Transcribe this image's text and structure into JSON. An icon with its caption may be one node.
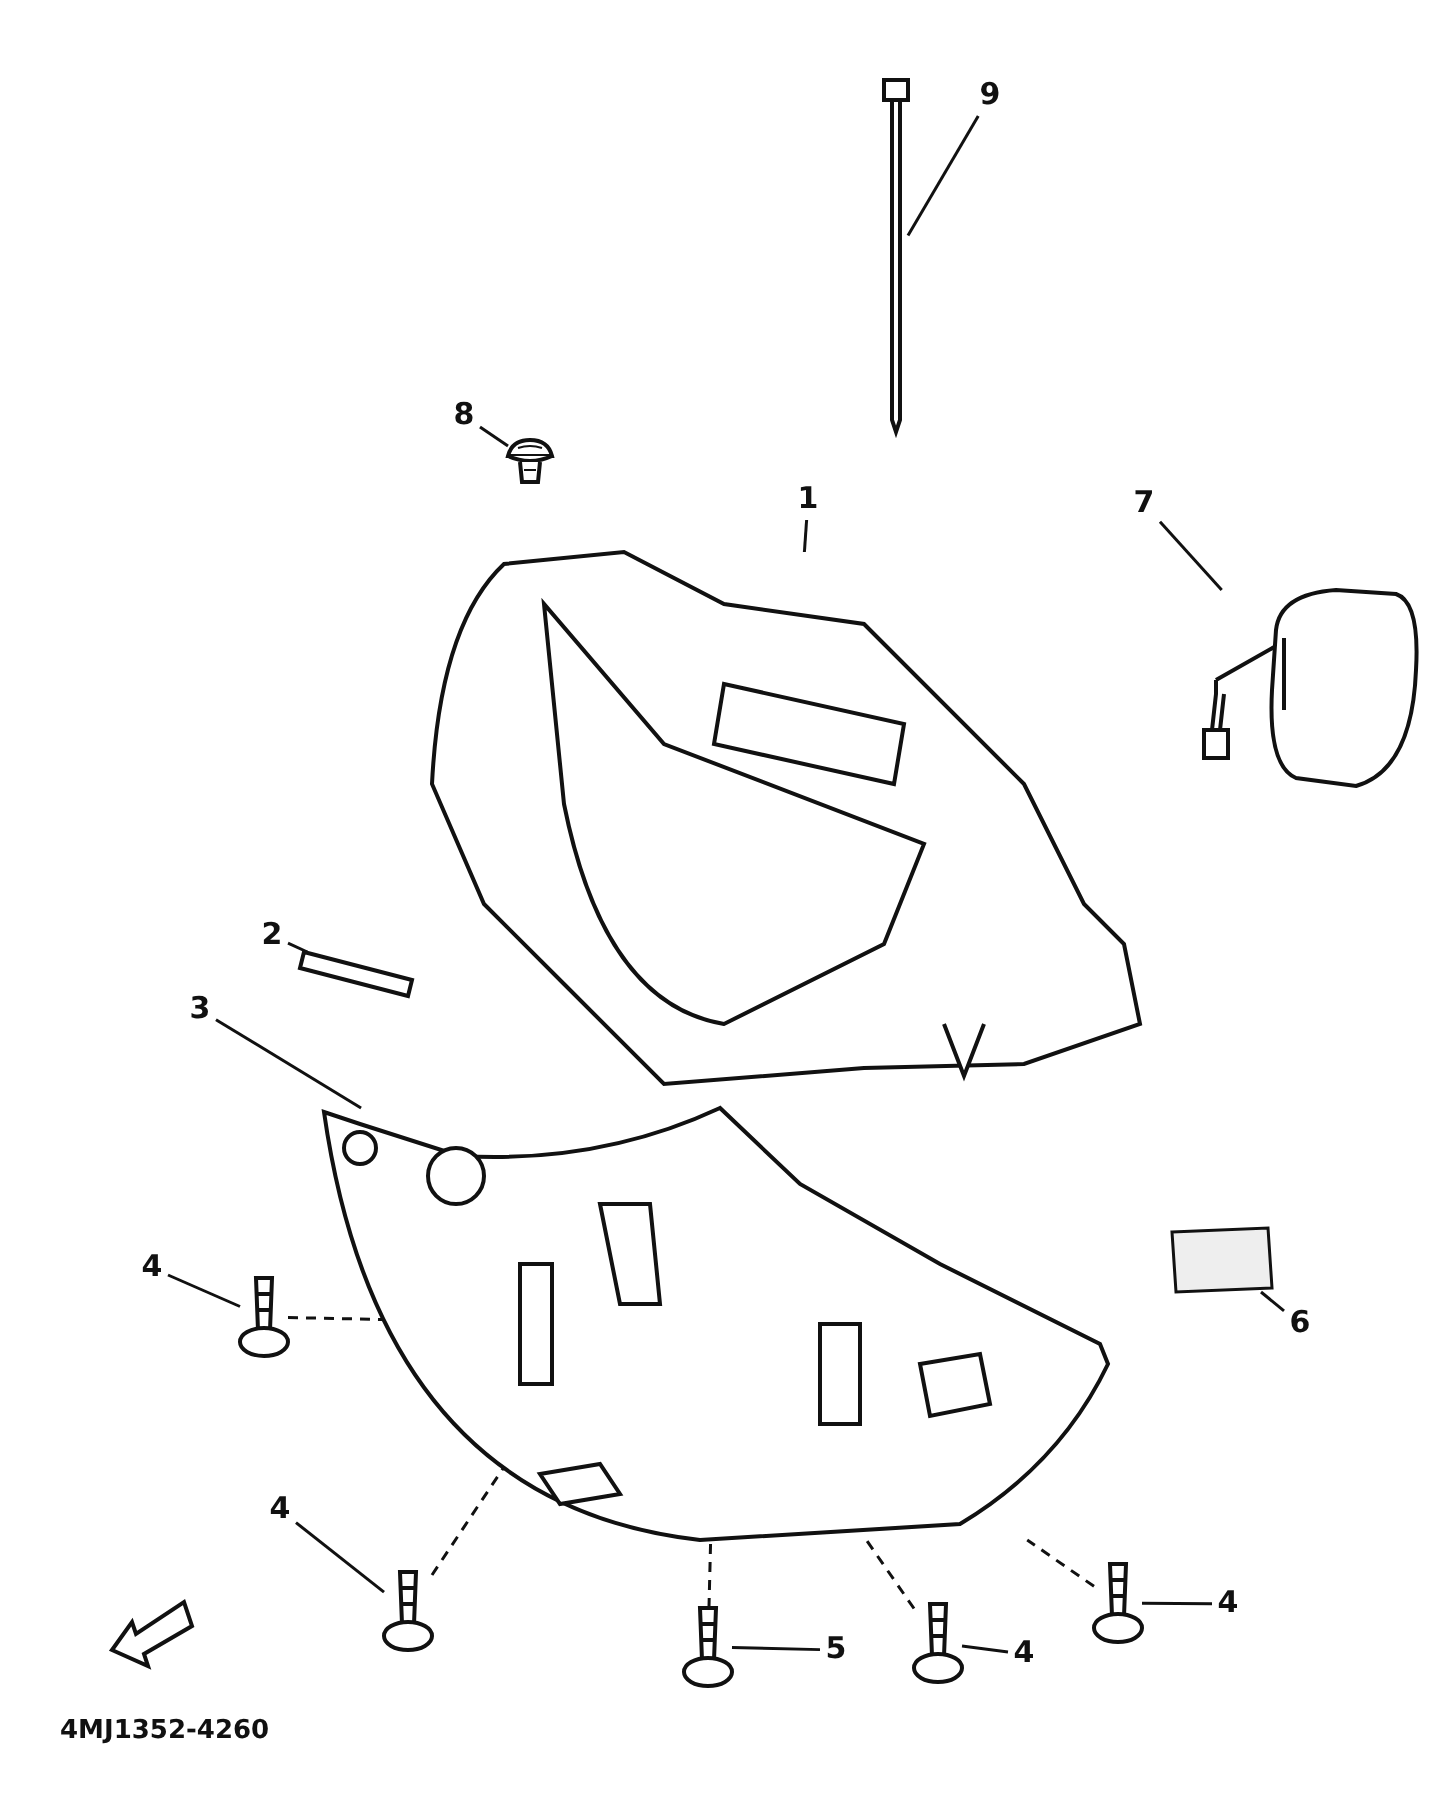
{
  "diagram": {
    "nodes": [
      {
        "text": [
          "9"
        ]
      },
      {
        "text": [],
        "shape": "picture"
      },
      {
        "text": [
          "8"
        ]
      },
      {
        "text": [],
        "shape": "picture"
      },
      {
        "text": [
          "7"
        ]
      },
      {
        "text": [],
        "shape": "picture"
      },
      {
        "text": [
          "1"
        ]
      },
      {
        "text": [],
        "shape": "picture"
      },
      {
        "text": [
          "2"
        ]
      },
      {
        "text": [],
        "shape": "bar"
      },
      {
        "text": [
          "3"
        ]
      },
      {
        "text": [],
        "shape": "picture"
      },
      {
        "text": [
          "4"
        ]
      },
      {
        "text": [],
        "shape": "picture"
      },
      {
        "text": [
          "6"
        ]
      },
      {
        "text": [],
        "shape": "box"
      },
      {
        "text": [
          "4"
        ]
      },
      {
        "text": [],
        "shape": "picture"
      },
      {
        "text": [
          "5"
        ]
      },
      {
        "text": [],
        "shape": "picture"
      },
      {
        "text": [
          "4"
        ]
      },
      {
        "text": [],
        "shape": "picture"
      },
      {
        "text": [
          "4"
        ]
      },
      {
        "text": [],
        "shape": "picture"
      }
    ],
    "edges": [
      {
        "from": 0,
        "to": 1,
        "arrow": "none"
      },
      {
        "from": 2,
        "to": 3,
        "arrow": "none"
      },
      {
        "from": 4,
        "to": 5,
        "arrow": "none"
      },
      {
        "from": 6,
        "to": 7,
        "arrow": "none"
      },
      {
        "from": 8,
        "to": 9,
        "arrow": "none"
      },
      {
        "from": 10,
        "to": 11,
        "arrow": "none"
      },
      {
        "from": 12,
        "to": 13,
        "arrow": "none"
      },
      {
        "from": 14,
        "to": 15,
        "arrow": "none"
      },
      {
        "from": 16,
        "to": 17,
        "arrow": "none"
      },
      {
        "from": 18,
        "to": 19,
        "arrow": "none"
      },
      {
        "from": 20,
        "to": 21,
        "arrow": "none"
      },
      {
        "from": 22,
        "to": 23,
        "arrow": "none"
      },
      {
        "from": 13,
        "to": 11,
        "arrow": "none",
        "style": "dashed"
      },
      {
        "from": 17,
        "to": 11,
        "arrow": "none",
        "style": "dashed"
      },
      {
        "from": 19,
        "to": 11,
        "arrow": "none",
        "style": "dashed"
      },
      {
        "from": 21,
        "to": 11,
        "arrow": "none",
        "style": "dashed"
      },
      {
        "from": 23,
        "to": 11,
        "arrow": "none",
        "style": "dashed"
      }
    ],
    "labels": [
      "4MJ1352-4260"
    ]
  }
}
